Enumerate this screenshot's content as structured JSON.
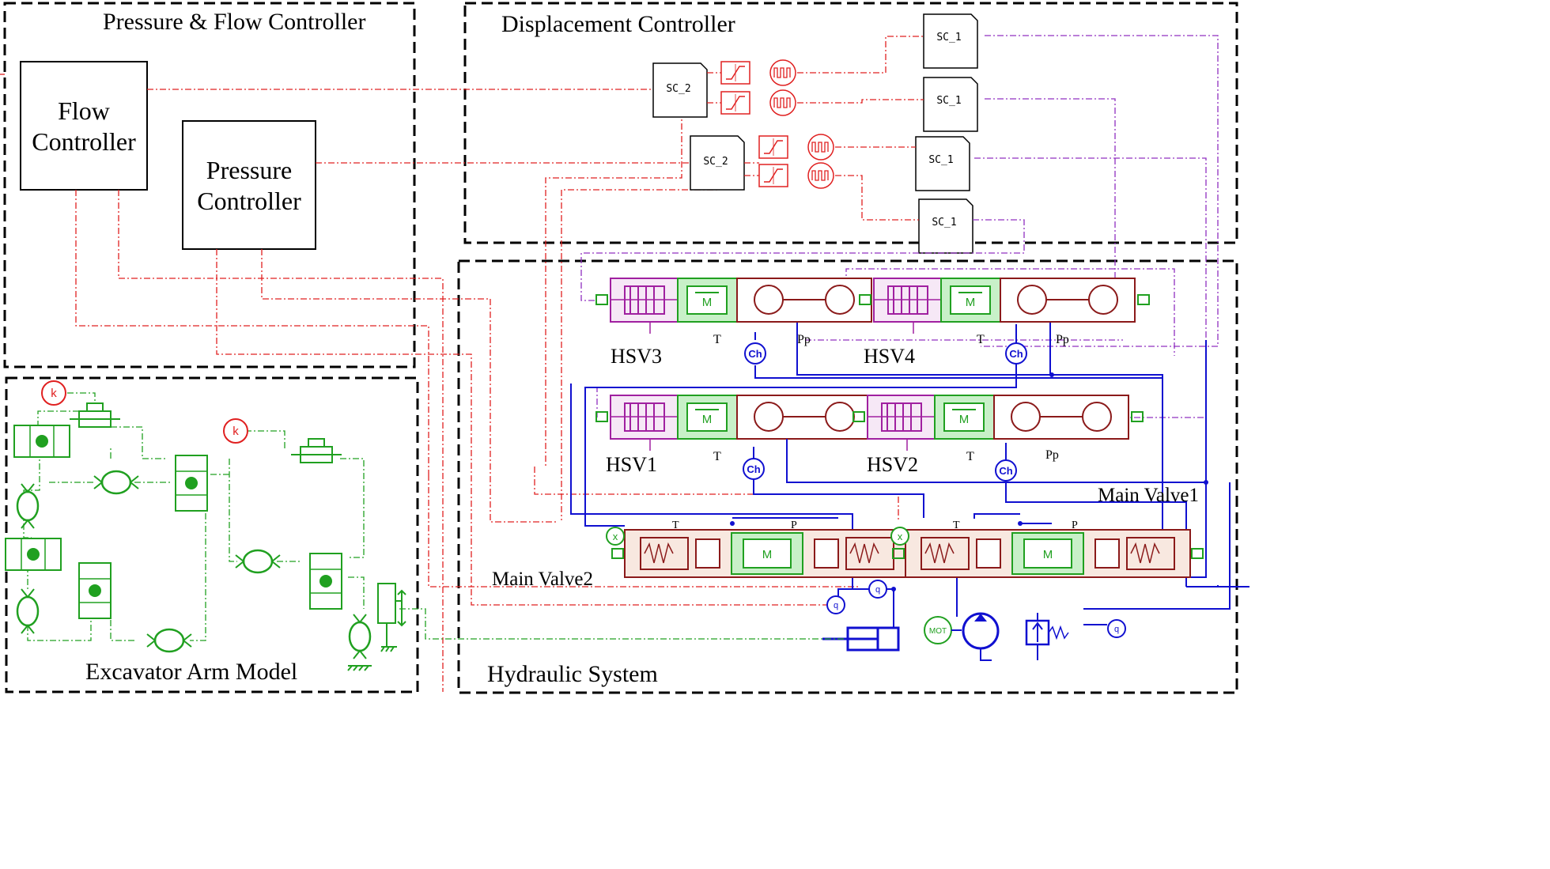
{
  "regions": {
    "pf": "Pressure & Flow Controller",
    "disp": "Displacement Controller",
    "exc": "Excavator Arm Model",
    "hyd": "Hydraulic System"
  },
  "controllers": {
    "flow_l1": "Flow",
    "flow_l2": "Controller",
    "pres_l1": "Pressure",
    "pres_l2": "Controller"
  },
  "sc_blocks": {
    "sc1": "SC_1",
    "sc2": "SC_2"
  },
  "valves": {
    "hsv1": "HSV1",
    "hsv2": "HSV2",
    "hsv3": "HSV3",
    "hsv4": "HSV4",
    "mv1": "Main Valve1",
    "mv2": "Main Valve2"
  },
  "ports": {
    "t": "T",
    "pp": "Pp",
    "p": "P",
    "ch": "Ch"
  },
  "icons": {
    "k": "k",
    "mot": "MOT",
    "m": "M",
    "q": "q",
    "x": "x"
  },
  "colors": {
    "signal": "#e02020",
    "hydraulic": "#1010d0",
    "mechanical": "#20a020",
    "valve_body": "#8b1a1a",
    "torque_motor": "#a020a0",
    "purple_signal": "#9030c0"
  }
}
